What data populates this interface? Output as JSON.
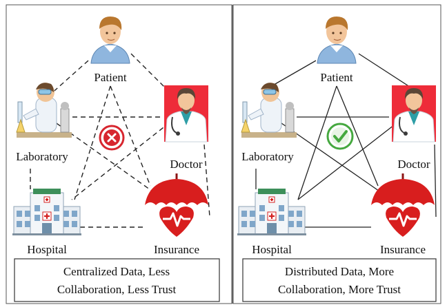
{
  "left_panel": {
    "labels": {
      "patient": "Patient",
      "laboratory": "Laboratory",
      "doctor": "Doctor",
      "hospital": "Hospital",
      "insurance": "Insurance"
    },
    "status_icon": "red-cross-icon",
    "status_color": "#d7262f",
    "caption_line1": "Centralized Data, Less",
    "caption_line2": "Collaboration, Less Trust",
    "connector_style": "dashed"
  },
  "right_panel": {
    "labels": {
      "patient": "Patient",
      "laboratory": "Laboratory",
      "doctor": "Doctor",
      "hospital": "Hospital",
      "insurance": "Insurance"
    },
    "status_icon": "green-check-icon",
    "status_color": "#45a83f",
    "caption_line1": "Distributed Data, More",
    "caption_line2": "Collaboration, More Trust",
    "connector_style": "solid"
  },
  "colors": {
    "insurance_red": "#d81e1e",
    "doctor_bg": "#ee2c39",
    "hospital_blue": "#7fa6c9",
    "skin": "#f2c59b",
    "hair": "#b9772e"
  }
}
